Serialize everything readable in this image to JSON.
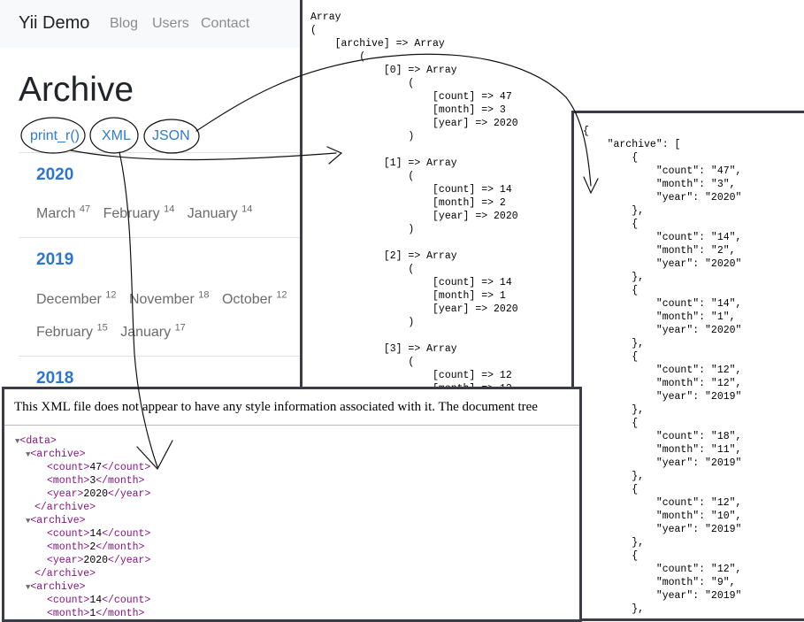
{
  "navbar": {
    "brand": "Yii Demo",
    "links": [
      "Blog",
      "Users",
      "Contact"
    ]
  },
  "page": {
    "title": "Archive",
    "formats": [
      "print_r()",
      "XML",
      "JSON"
    ],
    "years": [
      {
        "year": "2020",
        "months": [
          {
            "name": "March",
            "count": "47"
          },
          {
            "name": "February",
            "count": "14"
          },
          {
            "name": "January",
            "count": "14"
          }
        ]
      },
      {
        "year": "2019",
        "months": [
          {
            "name": "December",
            "count": "12"
          },
          {
            "name": "November",
            "count": "18"
          },
          {
            "name": "October",
            "count": "12"
          },
          {
            "name": "February",
            "count": "15"
          },
          {
            "name": "January",
            "count": "17"
          }
        ]
      },
      {
        "year": "2018",
        "months": []
      }
    ]
  },
  "print_r": {
    "text": "Array\n(\n    [archive] => Array\n        (\n            [0] => Array\n                (\n                    [count] => 47\n                    [month] => 3\n                    [year] => 2020\n                )\n\n            [1] => Array\n                (\n                    [count] => 14\n                    [month] => 2\n                    [year] => 2020\n                )\n\n            [2] => Array\n                (\n                    [count] => 14\n                    [month] => 1\n                    [year] => 2020\n                )\n\n            [3] => Array\n                (\n                    [count] => 12\n                    [month] => 12"
  },
  "json": {
    "text": "{\n    \"archive\": [\n        {\n            \"count\": \"47\",\n            \"month\": \"3\",\n            \"year\": \"2020\"\n        },\n        {\n            \"count\": \"14\",\n            \"month\": \"2\",\n            \"year\": \"2020\"\n        },\n        {\n            \"count\": \"14\",\n            \"month\": \"1\",\n            \"year\": \"2020\"\n        },\n        {\n            \"count\": \"12\",\n            \"month\": \"12\",\n            \"year\": \"2019\"\n        },\n        {\n            \"count\": \"18\",\n            \"month\": \"11\",\n            \"year\": \"2019\"\n        },\n        {\n            \"count\": \"12\",\n            \"month\": \"10\",\n            \"year\": \"2019\"\n        },\n        {\n            \"count\": \"12\",\n            \"month\": \"9\",\n            \"year\": \"2019\"\n        },"
  },
  "xml": {
    "notice": "This XML file does not appear to have any style information associated with it. The document tree",
    "root_tag": "data",
    "records": [
      {
        "count": "47",
        "month": "3",
        "year": "2020"
      },
      {
        "count": "14",
        "month": "2",
        "year": "2020"
      },
      {
        "count": "14",
        "month": "1",
        "year": ""
      }
    ]
  },
  "colors": {
    "link": "#2f7bd1",
    "xml_tag": "#881280",
    "panel_border": "#3c3c46"
  }
}
